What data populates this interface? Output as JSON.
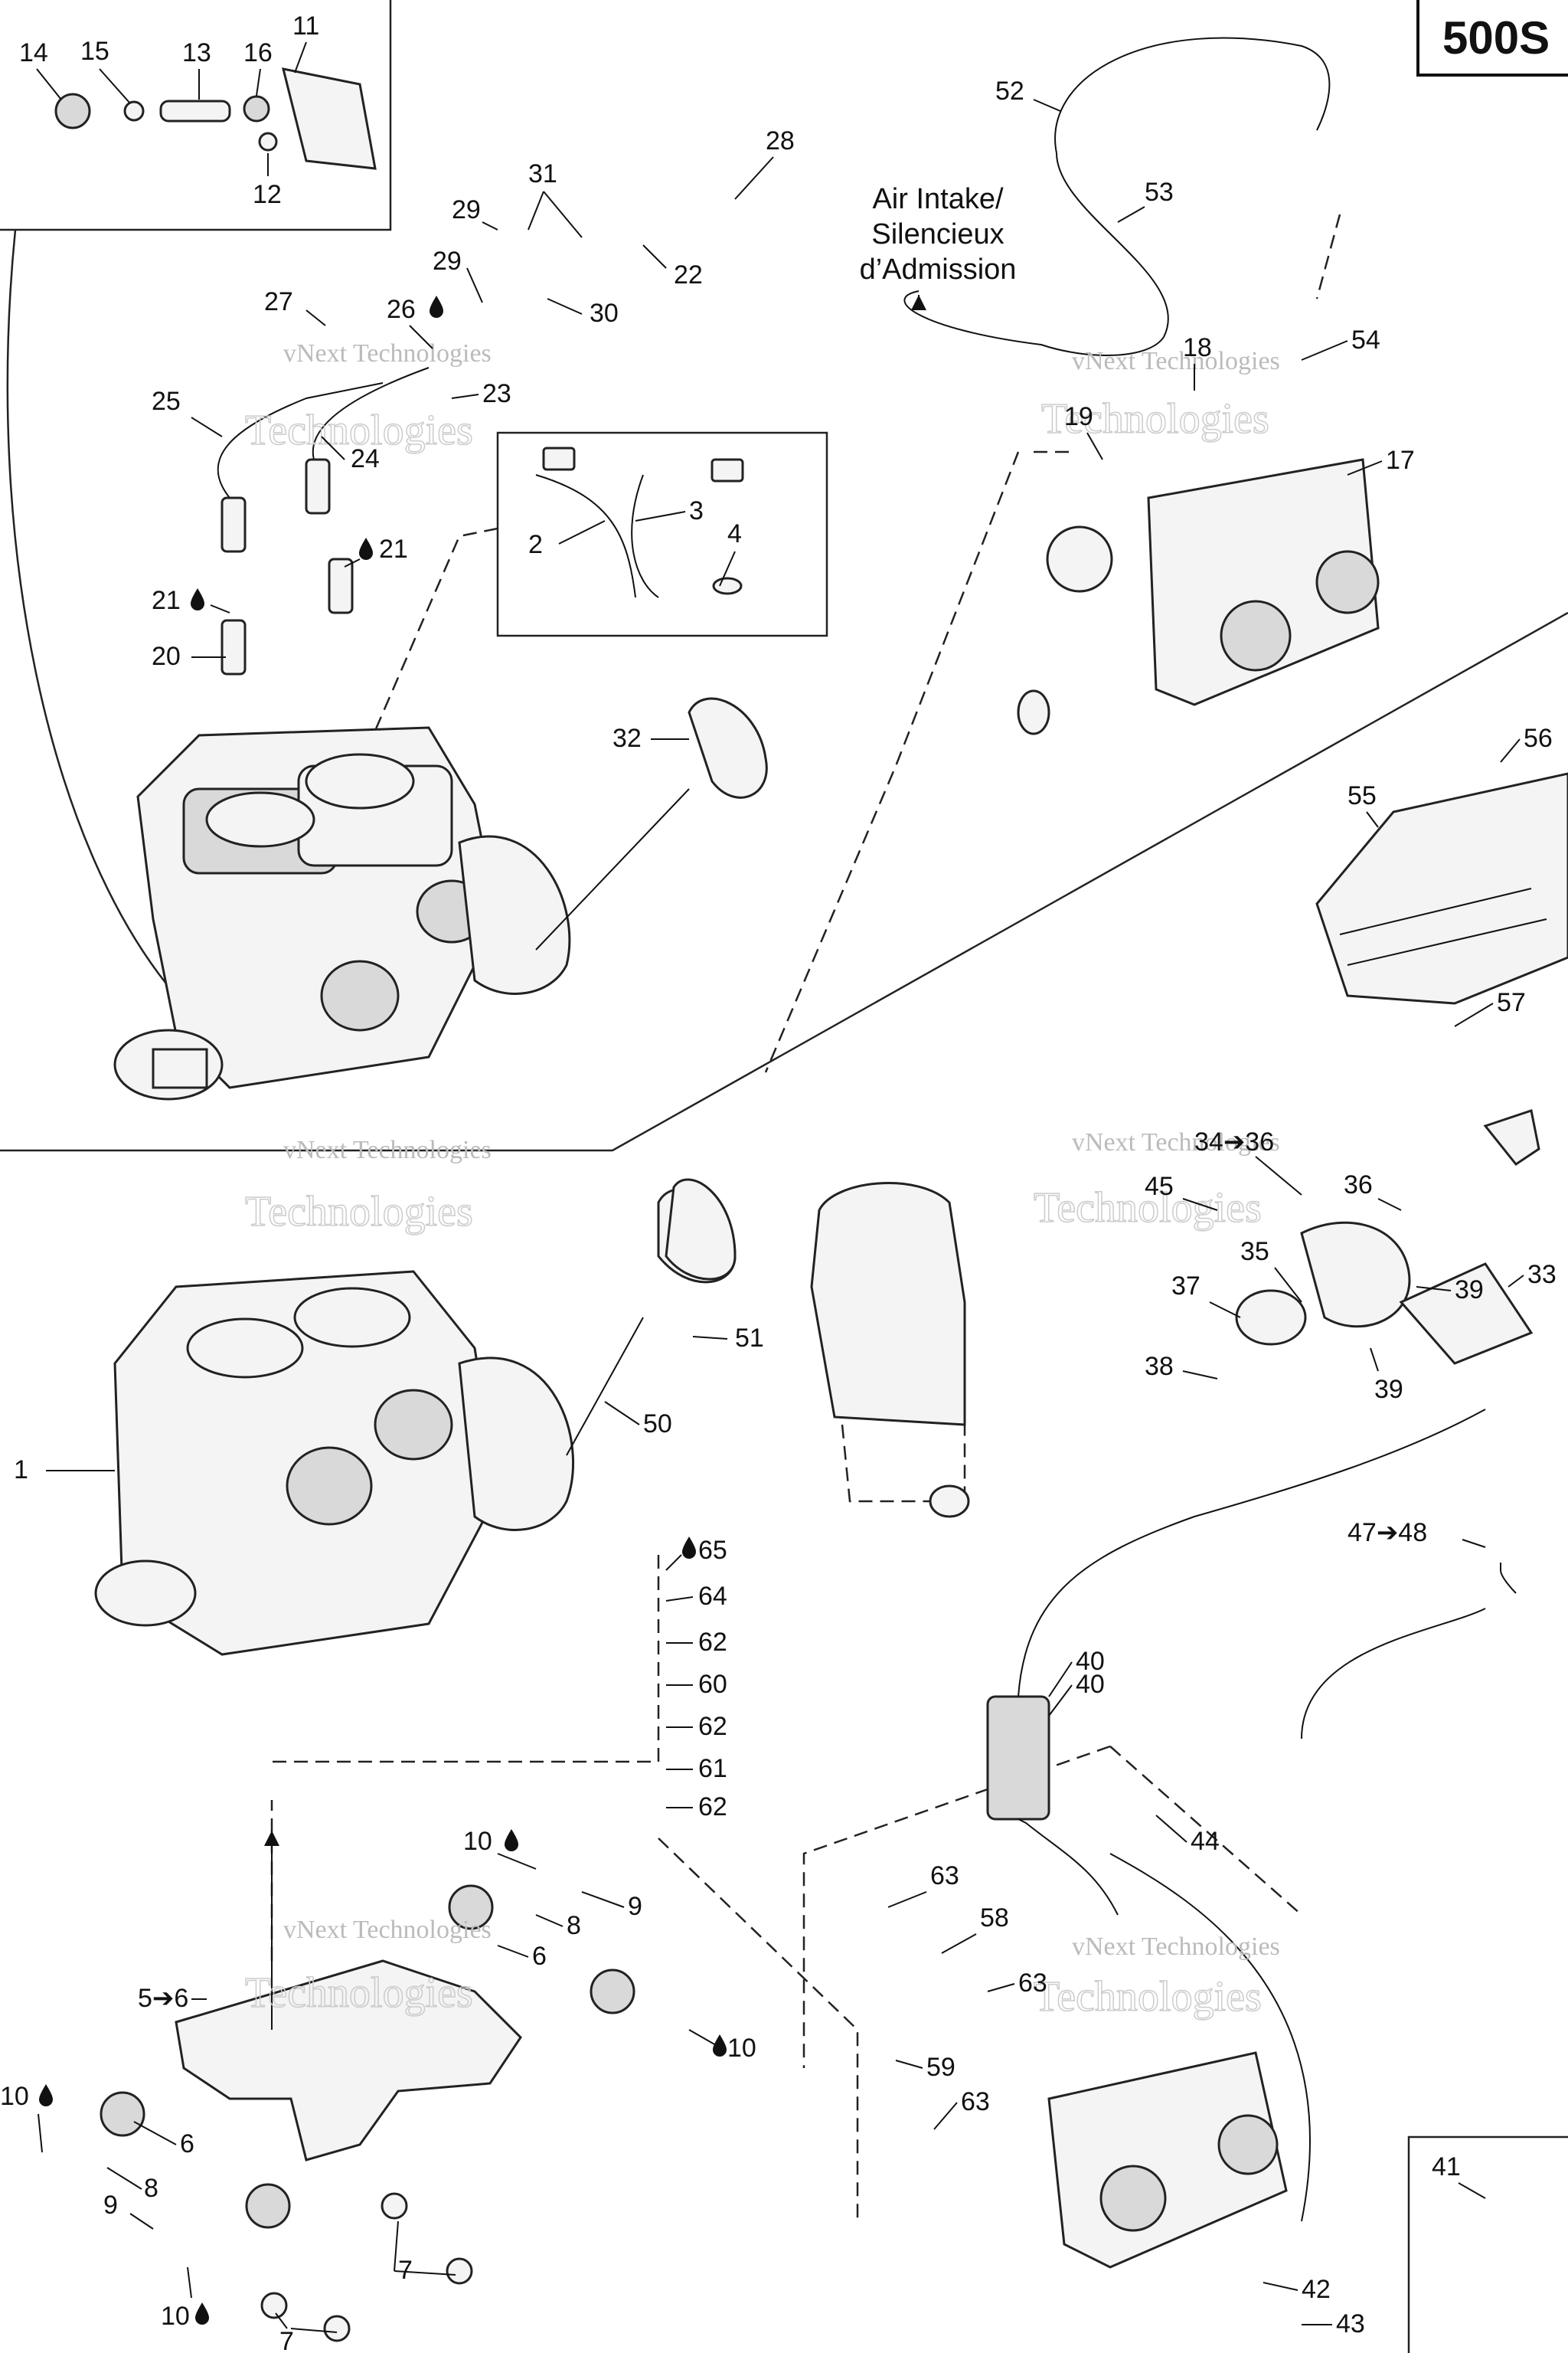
{
  "model_label": "500S",
  "note_lines": [
    "Air Intake/",
    "Silencieux",
    "d’Admission"
  ],
  "watermark_small": "vNext Technologies",
  "watermark_big": "Technologies",
  "callouts": [
    "14",
    "15",
    "13",
    "16",
    "11",
    "12",
    "28",
    "31",
    "29",
    "22",
    "29",
    "30",
    "27",
    "26",
    "23",
    "25",
    "24",
    "2",
    "3",
    "4",
    "21",
    "21",
    "20",
    "32",
    "52",
    "53",
    "54",
    "18",
    "19",
    "17",
    "56",
    "55",
    "57",
    "34➔36",
    "36",
    "45",
    "35",
    "37",
    "39",
    "33",
    "38",
    "39",
    "40",
    "47➔48",
    "51",
    "50",
    "1",
    "65",
    "64",
    "62",
    "60",
    "62",
    "61",
    "62",
    "10",
    "9",
    "8",
    "6",
    "5➔6",
    "10",
    "10",
    "6",
    "8",
    "9",
    "7",
    "7",
    "10",
    "40",
    "44",
    "63",
    "58",
    "63",
    "59",
    "63",
    "41",
    "42",
    "43"
  ],
  "drop_icon": "oil-drop-icon",
  "colors": {
    "line": "#222222",
    "text": "#111111",
    "watermark": "#bbbbbb"
  }
}
